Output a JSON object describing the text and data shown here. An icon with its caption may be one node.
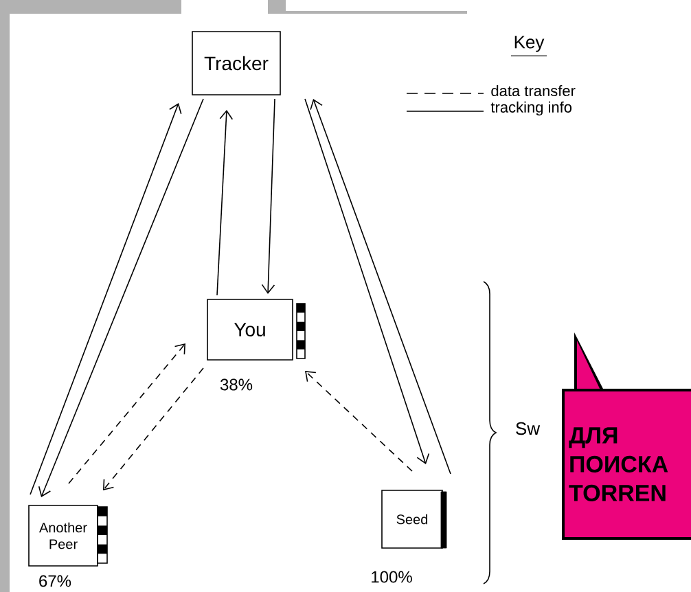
{
  "diagram": {
    "nodes": [
      {
        "text": [
          "Tracker"
        ]
      },
      {
        "text": [
          "You"
        ],
        "beside": [
          "38%"
        ]
      },
      {
        "text": [
          "Another Peer"
        ],
        "beside": [
          "67%"
        ]
      },
      {
        "text": [
          "Seed"
        ],
        "beside": [
          "100%"
        ]
      },
      {
        "text": [
          "ДЛЯ ПОИСКА TORREN"
        ]
      }
    ],
    "edges": [
      {
        "from": 2,
        "to": 0,
        "arrow": "to"
      },
      {
        "from": 0,
        "to": 2,
        "arrow": "to"
      },
      {
        "from": 1,
        "to": 0,
        "arrow": "to"
      },
      {
        "from": 0,
        "to": 1,
        "arrow": "to"
      },
      {
        "from": 3,
        "to": 0,
        "arrow": "to"
      },
      {
        "from": 0,
        "to": 3,
        "arrow": "to"
      },
      {
        "from": 2,
        "to": 1,
        "arrow": "to",
        "style": "dashed"
      },
      {
        "from": 1,
        "to": 2,
        "arrow": "to",
        "style": "dashed"
      },
      {
        "from": 3,
        "to": 1,
        "arrow": "to",
        "style": "dashed"
      }
    ],
    "labels": [
      "Key",
      "Sw"
    ],
    "legend": [
      {
        "text": "data transfer"
      },
      {
        "text": "tracking info"
      }
    ]
  }
}
